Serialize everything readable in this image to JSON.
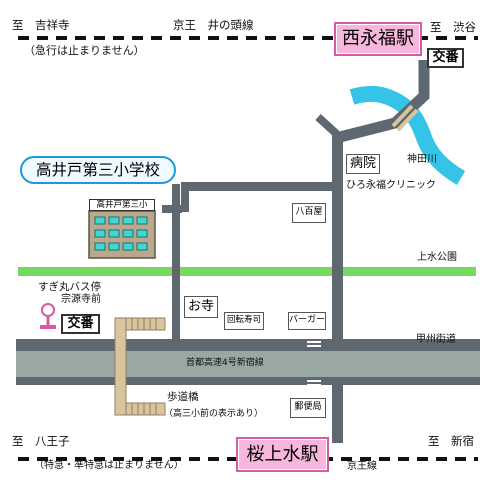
{
  "map": {
    "top_line": {
      "left_direction": "至　吉祥寺",
      "left_note": "（急行は止まりません）",
      "line_name": "京王　井の頭線",
      "right_direction": "至　渋谷",
      "station": "西永福駅"
    },
    "bottom_line": {
      "left_direction": "至　八王子",
      "left_note": "（特急・準特急は止まりません）",
      "right_direction": "至　新宿",
      "line_name": "京王線",
      "station": "桜上水駅"
    },
    "landmarks": {
      "school": "高井戸第三小学校",
      "school_building": "高井戸第三小",
      "hospital": "病院",
      "clinic": "ひろ永福クリニック",
      "river": "神田川",
      "yaoya": "八百屋",
      "park": "上水公園",
      "bus_stop": "すぎ丸バス停",
      "bus_stop_sub": "宗源寺前",
      "police_box_bus": "交番",
      "police_box_top": "交番",
      "temple": "お寺",
      "sushi": "回転寿司",
      "burger": "バーガー",
      "koshu_kaido": "甲州街道",
      "expressway": "首都高速4号新宿線",
      "footbridge": "歩道橋",
      "footbridge_note": "（高三小前の表示あり）",
      "post_office": "郵便局"
    },
    "colors": {
      "road": "#5f6871",
      "expressway": "#9aa8a4",
      "park": "#76d95f",
      "river": "#35c3e8",
      "station_fill": "#f7b7dc",
      "station_border": "#d65aa6",
      "school_border": "#1a9ad6",
      "bus_stop": "#d65aa6",
      "footbridge": "#d8c59d"
    },
    "icons": {
      "bus_stop": "bus-stop-icon",
      "school_building": "school-building-icon"
    }
  }
}
